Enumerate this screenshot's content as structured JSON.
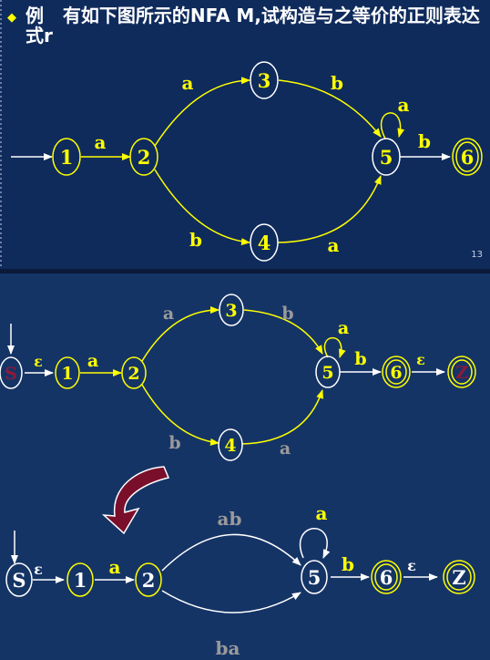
{
  "slide1": {
    "bullet": "◆",
    "heading": "例   有如下图所示的NFA M,试构造与之等价的正则表达式r",
    "page_number": "13",
    "states": [
      "1",
      "2",
      "3",
      "4",
      "5",
      "6"
    ],
    "edge_labels": {
      "e12": "a",
      "e23": "a",
      "e24": "b",
      "e35": "b",
      "e45": "a",
      "e55": "a",
      "e56": "b"
    },
    "colors": {
      "stroke": "#ffff00",
      "text": "#ffff00",
      "final_stroke": "#ffffff",
      "start_arrow": "#ffffff"
    }
  },
  "slide2": {
    "top_diagram": {
      "states": [
        "S",
        "1",
        "2",
        "3",
        "4",
        "5",
        "6",
        "Z"
      ],
      "edge_labels": {
        "eS1": "ε",
        "e12": "a",
        "e23": "a",
        "e24": "b",
        "e35": "b",
        "e45": "a",
        "e55": "a",
        "e56": "b",
        "e6Z": "ε"
      }
    },
    "bottom_diagram": {
      "states": [
        "S",
        "1",
        "2",
        "5",
        "6",
        "Z"
      ],
      "edge_labels": {
        "eS1": "ε",
        "e12": "a",
        "e25_top": "ab",
        "e25_bottom": "ba",
        "e55": "a",
        "e56": "b",
        "e6Z": "ε"
      }
    },
    "colors": {
      "new_state_text": "#8b1a3b",
      "gray_label": "#9a9a9a",
      "yellow": "#ffff00",
      "white": "#ffffff",
      "transform_arrow": "#7a0f2c"
    }
  }
}
